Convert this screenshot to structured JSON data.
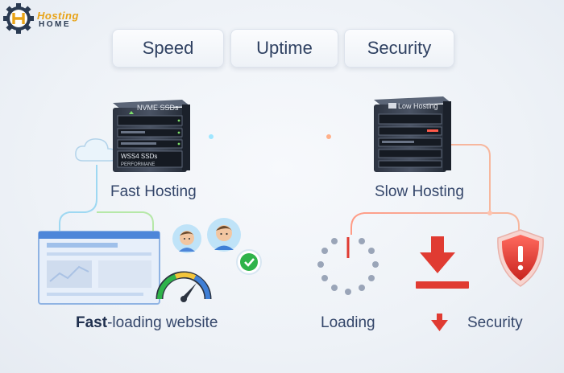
{
  "logo": {
    "word1": "Hosting",
    "word2": "HOME"
  },
  "chips": [
    "Speed",
    "Uptime",
    "Security"
  ],
  "fast_server": {
    "top_label": "NVME SSDs",
    "bottom_label1": "WSS4 SSDs",
    "bottom_label2": "PERFORMANE"
  },
  "slow_server": {
    "top_label": "Low Hosting"
  },
  "labels": {
    "fast_hosting": "Fast Hosting",
    "slow_hosting": "Slow Hosting",
    "fast_prefix": "Fast",
    "fast_suffix": "-loading website",
    "loading": "Loading",
    "security": "Security"
  },
  "colors": {
    "accent_blue": "#3f7fd6",
    "accent_red": "#e03b32",
    "check_green": "#2fb34a",
    "navy": "#2e4061"
  }
}
